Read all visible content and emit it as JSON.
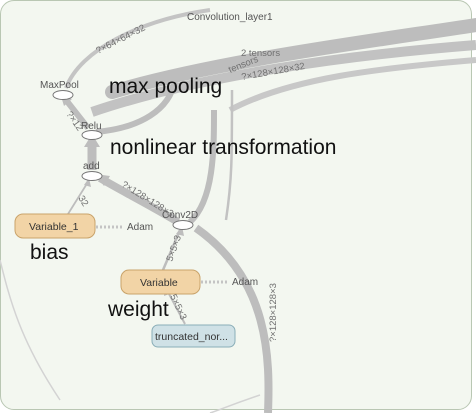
{
  "graph": {
    "nodes": {
      "convolution_layer": "Convolution_layer1",
      "maxpool": "MaxPool",
      "relu": "Relu",
      "add": "add",
      "conv2d": "Conv2D",
      "variable_1": "Variable_1",
      "variable": "Variable",
      "truncated": "truncated_nor...",
      "adam_1": "Adam",
      "adam_2": "Adam"
    },
    "edges": {
      "maxpool_to_conv": "?×64×64×32",
      "relu_to_maxpool": "?×12",
      "tensors_1": "2 tensors",
      "tensors_2": "tensors",
      "big_shape": "?×128×128×32",
      "conv_to_add": "?×128×128×3",
      "var1_to_add": "32",
      "var_to_conv": "5×5×3",
      "trunc_to_var": "5×5×3",
      "input_shape": "?×128×128×3"
    },
    "annotations": {
      "max_pooling": "max pooling",
      "nonlinear": "nonlinear transformation",
      "bias": "bias",
      "weight": "weight"
    }
  }
}
